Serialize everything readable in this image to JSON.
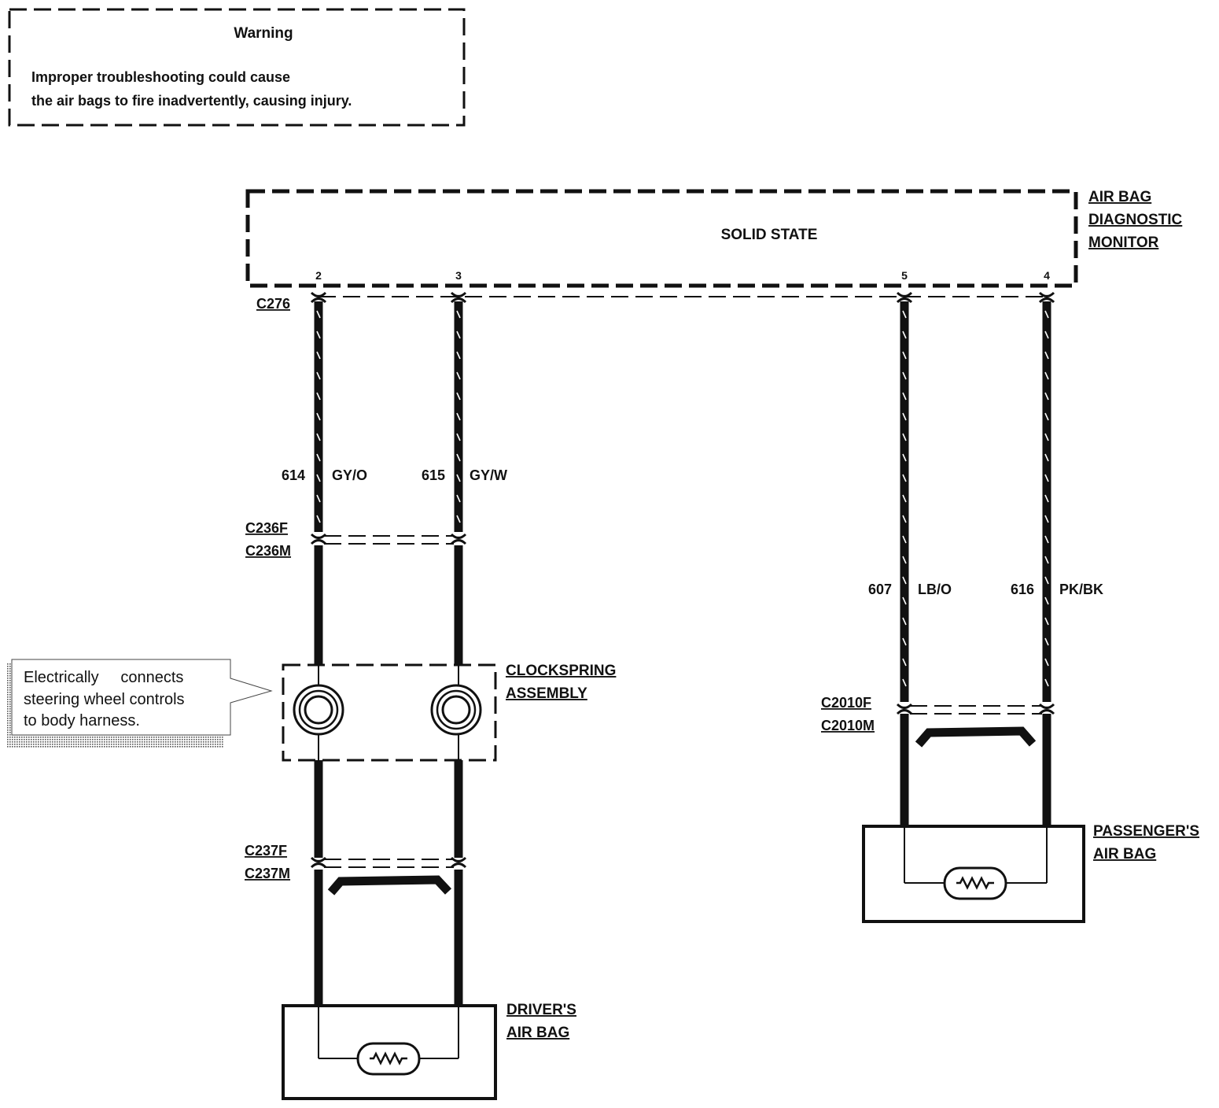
{
  "warning": {
    "title": "Warning",
    "line1": "Improper troubleshooting could cause",
    "line2": "the air bags to fire inadvertently, causing injury."
  },
  "module": {
    "inner": "SOLID STATE",
    "name1": "AIR BAG",
    "name2": "DIAGNOSTIC",
    "name3": "MONITOR",
    "connector": "C276"
  },
  "pins": [
    "2",
    "3",
    "5",
    "4"
  ],
  "circuits": [
    {
      "num": "614",
      "color": "GY/O"
    },
    {
      "num": "615",
      "color": "GY/W"
    },
    {
      "num": "607",
      "color": "LB/O"
    },
    {
      "num": "616",
      "color": "PK/BK"
    }
  ],
  "connectors": {
    "c236f": "C236F",
    "c236m": "C236M",
    "c237f": "C237F",
    "c237m": "C237M",
    "c2010f": "C2010F",
    "c2010m": "C2010M"
  },
  "clockspring": {
    "name1": "CLOCKSPRING",
    "name2": "ASSEMBLY",
    "note1": "Electrically     connects",
    "note2": "steering wheel controls",
    "note3": "to body harness."
  },
  "driver_bag": {
    "name1": "DRIVER'S",
    "name2": "AIR BAG"
  },
  "passenger_bag": {
    "name1": "PASSENGER'S",
    "name2": "AIR BAG"
  }
}
